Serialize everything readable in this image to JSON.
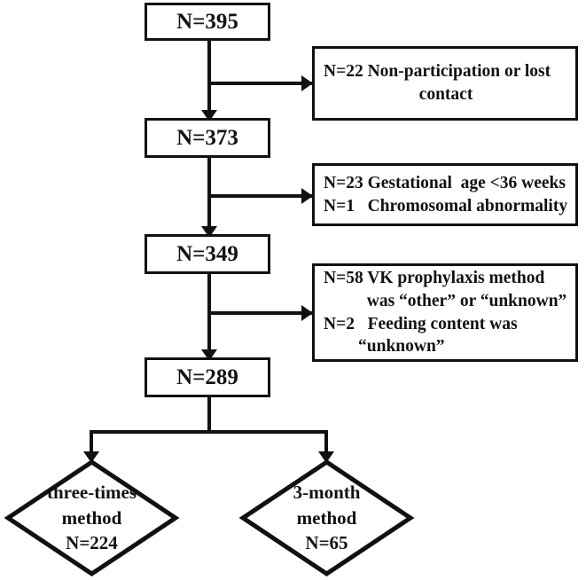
{
  "diagram": {
    "type": "participant-flow-diagram",
    "title": "",
    "nodes": [
      {
        "id": "enrolled",
        "label": "N=395"
      },
      {
        "id": "stage2",
        "label": "N=373"
      },
      {
        "id": "stage3",
        "label": "N=349"
      },
      {
        "id": "analyzed",
        "label": "N=289"
      }
    ],
    "exclusions": [
      {
        "id": "exclusion-1",
        "lines": [
          "N=22 Non-participation or lost",
          "contact"
        ]
      },
      {
        "id": "exclusion-2",
        "lines": [
          "N=23 Gestational  age <36 weeks",
          "N=1   Chromosomal abnormality"
        ]
      },
      {
        "id": "exclusion-3",
        "lines": [
          "N=58 VK prophylaxis method",
          "          was “other” or “unknown”",
          "N=2   Feeding content was",
          "        “unknown”"
        ]
      }
    ],
    "groups": [
      {
        "id": "group-three-times",
        "line1": "three-times",
        "line2": "method",
        "line3": "N=224"
      },
      {
        "id": "group-3-month",
        "line1": "3-month",
        "line2": "method",
        "line3": "N=65"
      }
    ],
    "colors": {
      "stroke": "#111111",
      "text": "#121212",
      "background": "#ffffff"
    }
  }
}
